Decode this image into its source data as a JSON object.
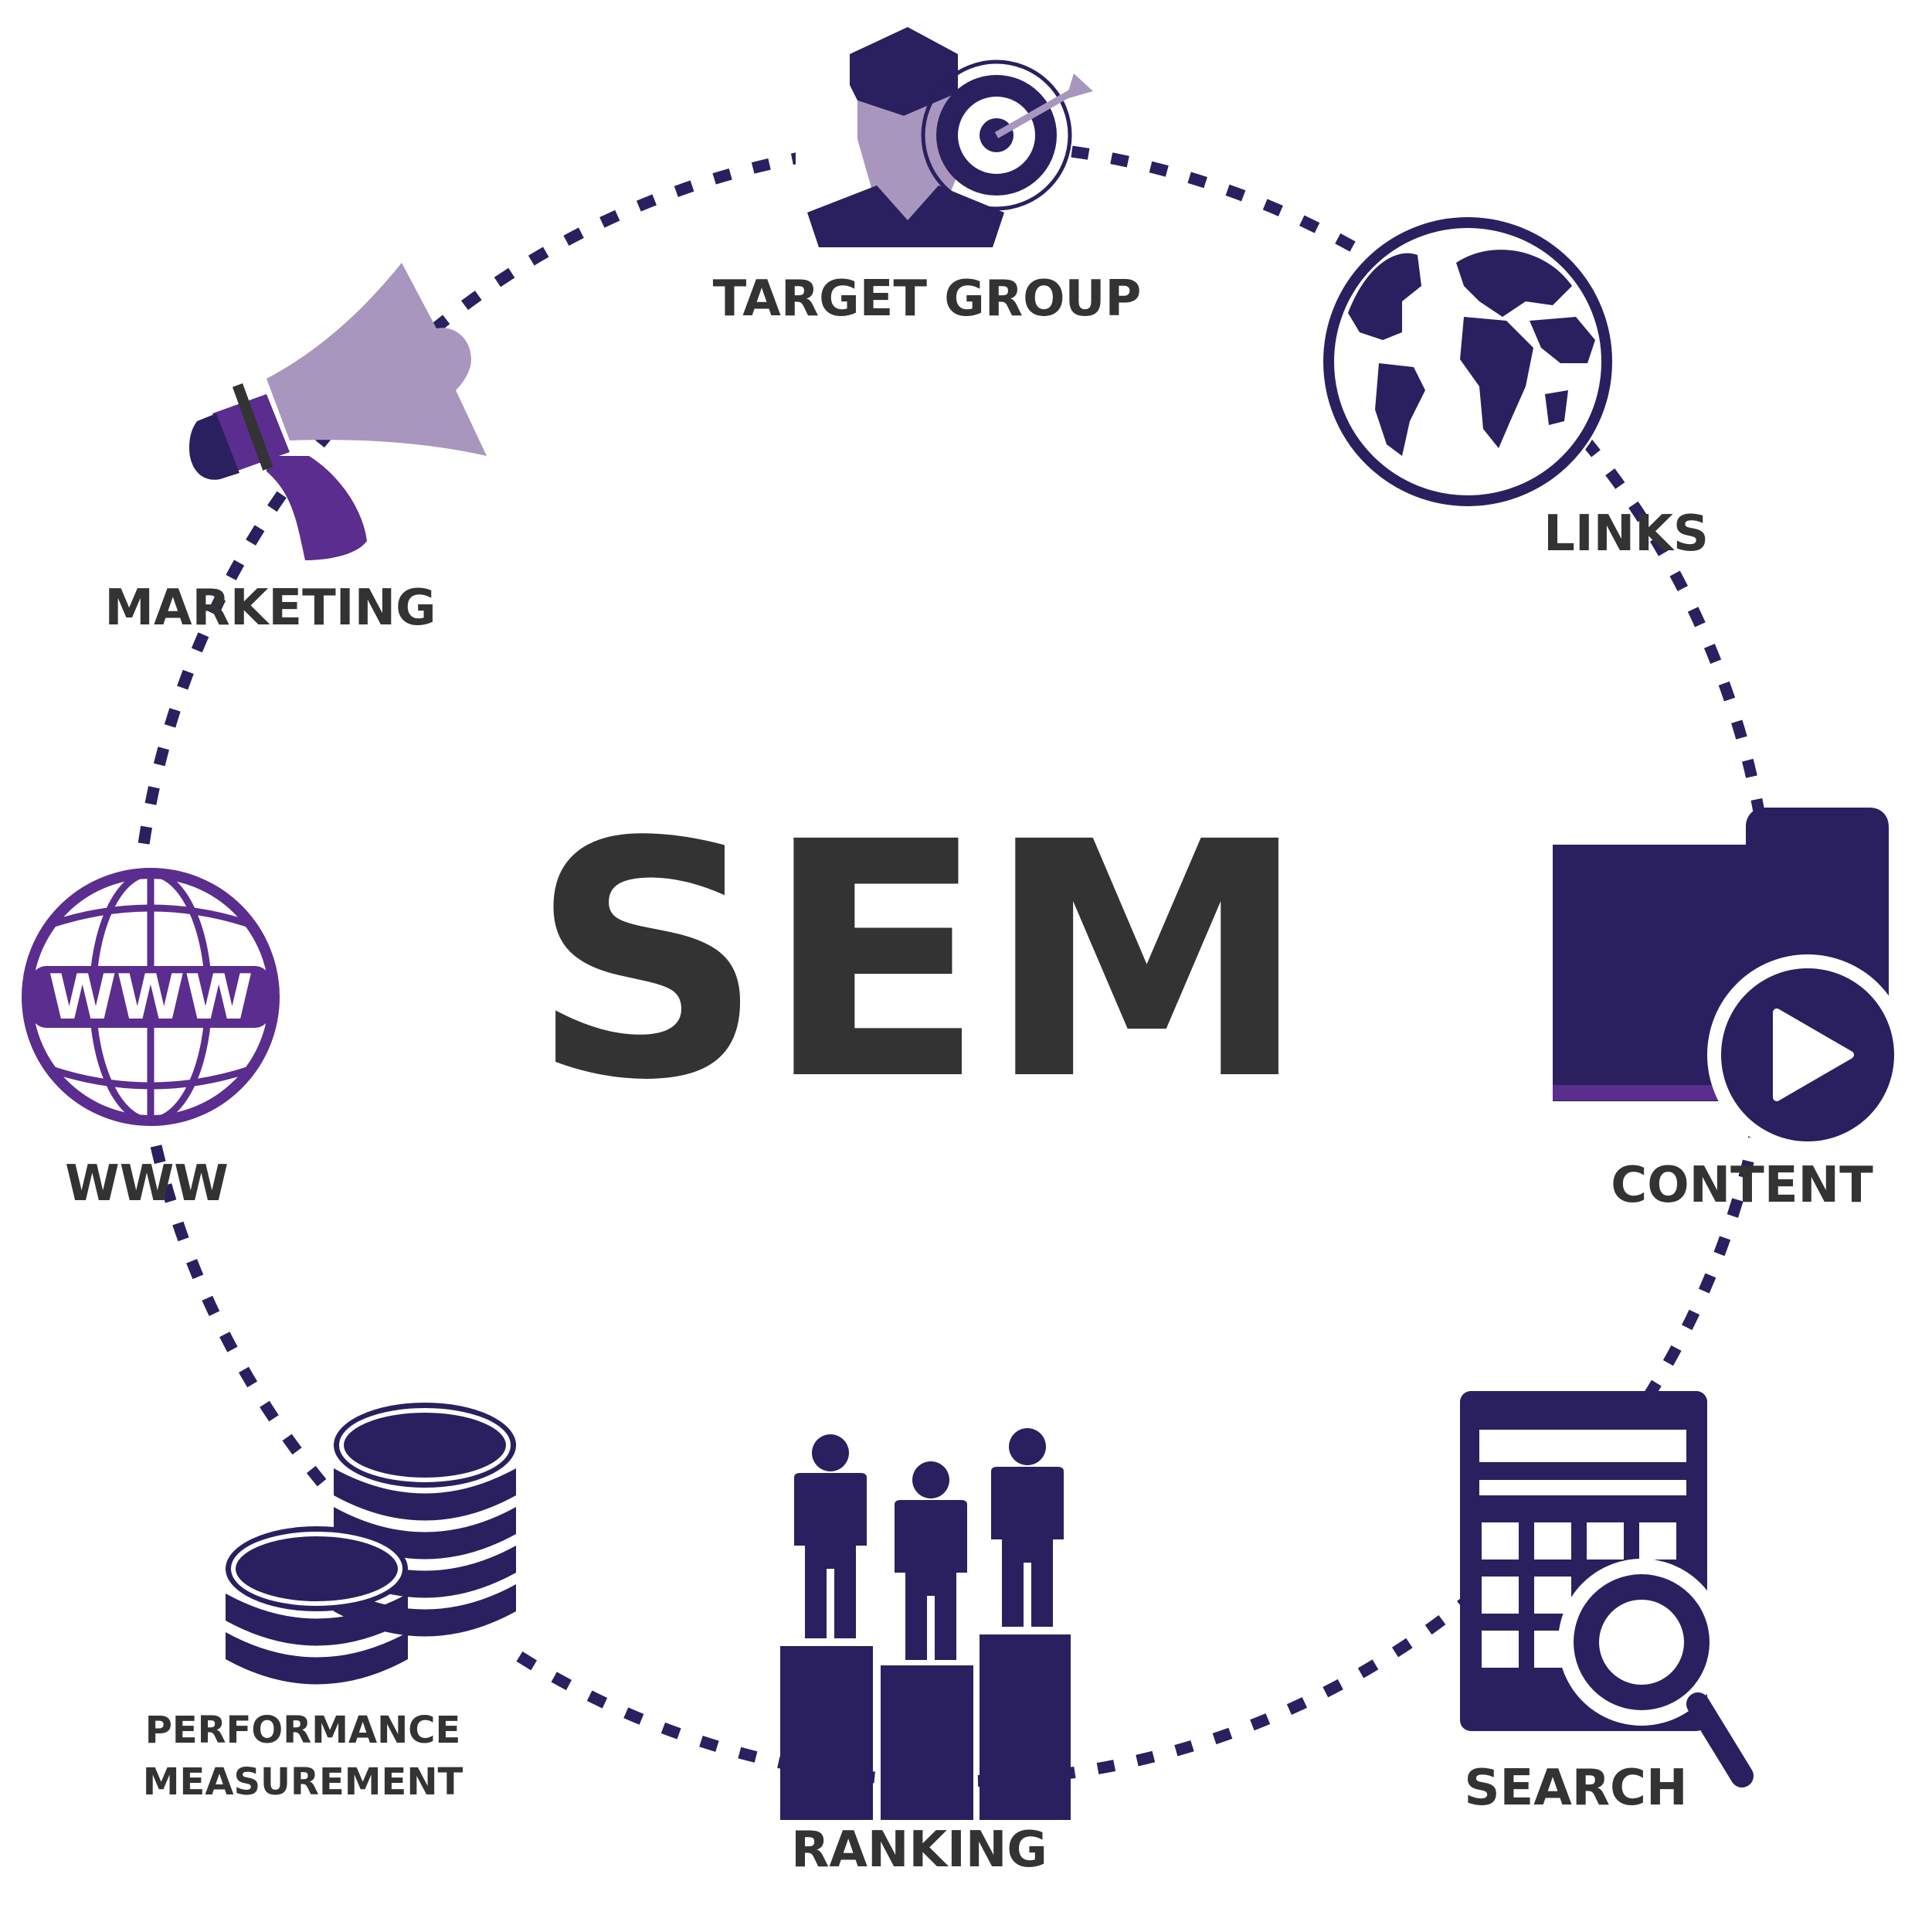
{
  "title": "SEM",
  "nodes": [
    {
      "id": "target-group",
      "label": "TARGET GROUP",
      "icon": "target-person-icon"
    },
    {
      "id": "links",
      "label": "LINKS",
      "icon": "globe-icon"
    },
    {
      "id": "content",
      "label": "CONTENT",
      "icon": "folder-play-icon"
    },
    {
      "id": "search",
      "label": "SEARCH",
      "icon": "calculator-magnifier-icon"
    },
    {
      "id": "ranking",
      "label": "RANKING",
      "icon": "podium-people-icon"
    },
    {
      "id": "performance",
      "label_line1": "PERFORMANCE",
      "label_line2": "MEASUREMENT",
      "icon": "coin-stack-icon"
    },
    {
      "id": "www",
      "label": "WWW",
      "icon": "www-globe-icon",
      "icon_text": "WWW"
    },
    {
      "id": "marketing",
      "label": "MARKETING",
      "icon": "megaphone-icon"
    }
  ],
  "colors": {
    "navy": "#2a2060",
    "purple": "#5b2d8e",
    "lavender": "#a896bf",
    "text": "#333333"
  }
}
